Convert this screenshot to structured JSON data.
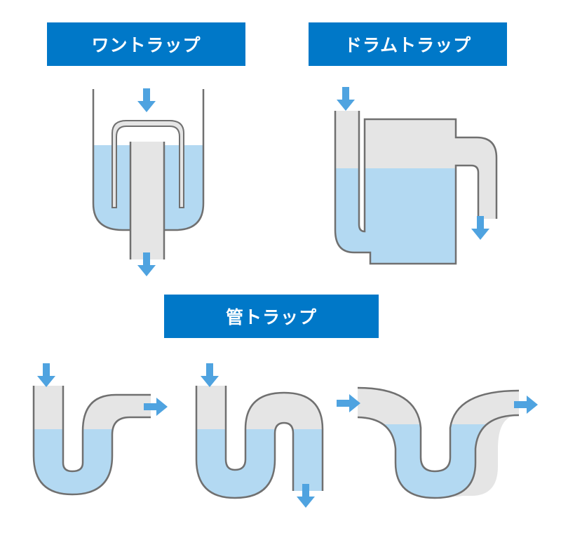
{
  "labels": {
    "bell_trap": "ワントラップ",
    "drum_trap": "ドラムトラップ",
    "pipe_trap": "管トラップ"
  },
  "colors": {
    "label_bg": "#0078c8",
    "label_text": "#ffffff",
    "water": "#b3d9f2",
    "pipe_fill": "#e5e5e5",
    "pipe_stroke": "#707070",
    "arrow": "#4fa3e0"
  }
}
